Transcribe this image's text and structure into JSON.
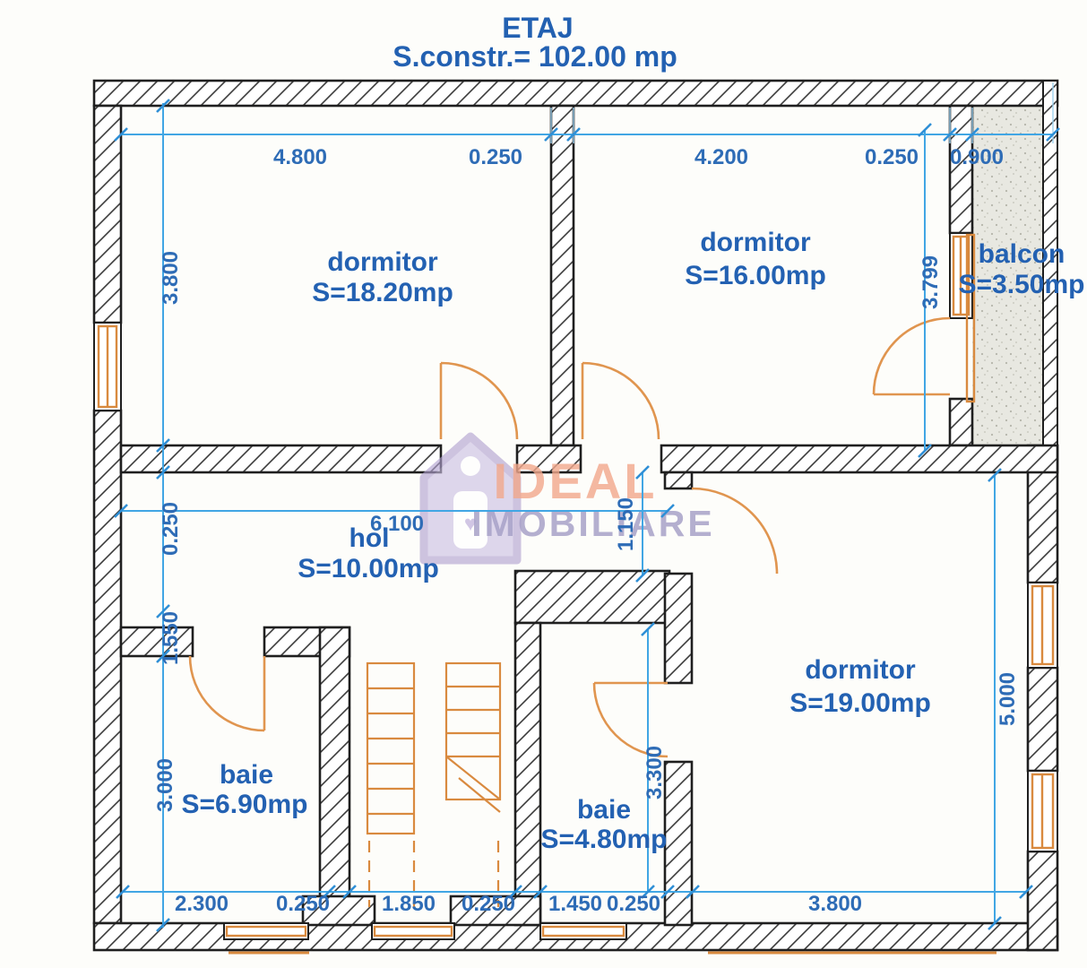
{
  "title": {
    "line1": "ETAJ",
    "line2": "S.constr.= 102.00 mp"
  },
  "rooms": [
    {
      "name": "dormitor",
      "area": "S=18.20mp"
    },
    {
      "name": "dormitor",
      "area": "S=16.00mp"
    },
    {
      "name": "balcon",
      "area": "S=3.50mp"
    },
    {
      "name": "hol",
      "area": "S=10.00mp"
    },
    {
      "name": "dormitor",
      "area": "S=19.00mp"
    },
    {
      "name": "baie",
      "area": "S=6.90mp"
    },
    {
      "name": "baie",
      "area": "S=4.80mp"
    }
  ],
  "dims": {
    "top": [
      "4.800",
      "0.250",
      "4.200",
      "0.250",
      "0.900"
    ],
    "bottom": [
      "2.300",
      "0.250",
      "1.850",
      "0.250",
      "1.450",
      "0.250",
      "3.800"
    ],
    "left": [
      "3.800",
      "0.250",
      "1.550",
      "3.000"
    ],
    "right": [
      "3.799",
      "5.000"
    ],
    "inner": [
      "6.100",
      "1.150",
      "3.300"
    ]
  },
  "watermark": {
    "brand_top": "IDEAL",
    "brand_bottom": "IMOBILIARE",
    "icon": "house-heart-icon",
    "heart": "♥"
  },
  "colors": {
    "dimension_line": "#41A6E4",
    "dimension_text": "#2E6CB6",
    "room_label_text": "#2361B2",
    "wall": "#1F1F1F",
    "joinery_orange": "#D98A3F",
    "watermark_purple": "#B7A6D8",
    "watermark_salmon": "#F2A88C",
    "balcony_fill": "#E8E8E1"
  }
}
